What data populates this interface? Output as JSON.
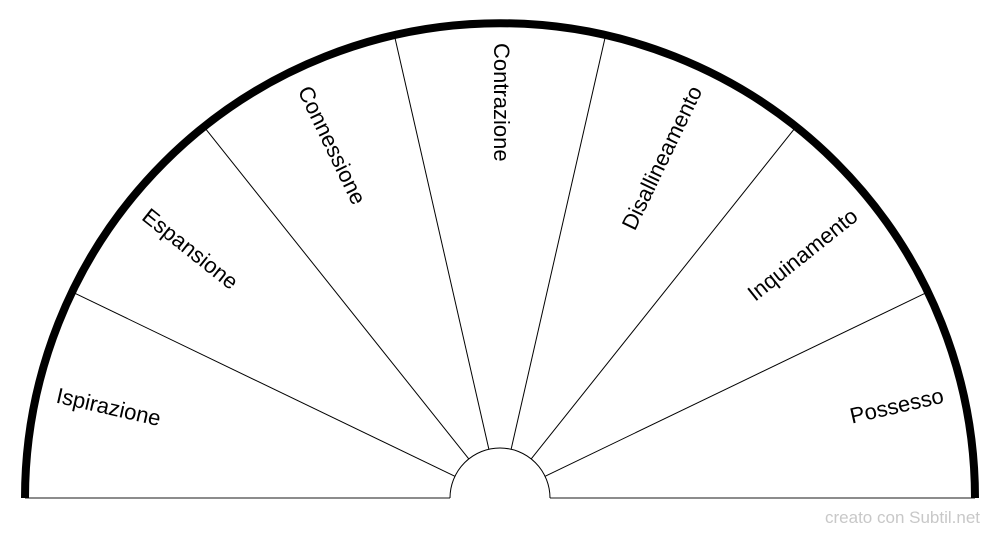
{
  "diagram": {
    "sectors": [
      {
        "label": "Ispirazione"
      },
      {
        "label": "Espansione"
      },
      {
        "label": "Connessione"
      },
      {
        "label": "Contrazione"
      },
      {
        "label": "Disallineamento"
      },
      {
        "label": "Inquinamento"
      },
      {
        "label": "Possesso"
      }
    ]
  },
  "watermark": "creato con Subtil.net"
}
